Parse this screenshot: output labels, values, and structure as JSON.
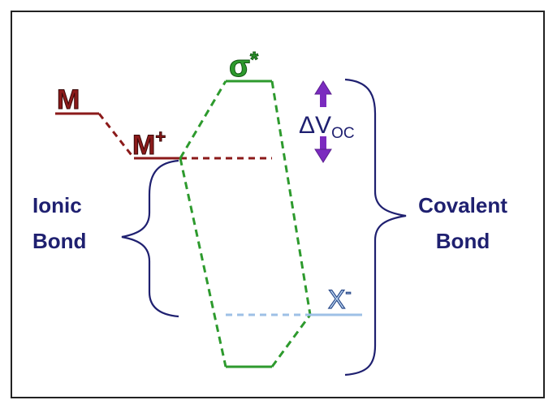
{
  "labels": {
    "m": "M",
    "m_plus_base": "M",
    "m_plus_sup": "+",
    "sigma_star_base": "σ",
    "sigma_star_sup": "*",
    "delta_voc_base": "ΔV",
    "delta_voc_sub": "OC",
    "x_minus_base": "X",
    "x_minus_sup": "-",
    "ionic_line1": "Ionic",
    "ionic_line2": "Bond",
    "covalent_line1": "Covalent",
    "covalent_line2": "Bond"
  },
  "colors": {
    "metal": "#8b1a1a",
    "orbital_green": "#2d9a2d",
    "purple_arrow": "#7b2bbf",
    "x_blue": "#9ec0e6",
    "bond_navy": "#1f2070",
    "frame": "#222222"
  }
}
